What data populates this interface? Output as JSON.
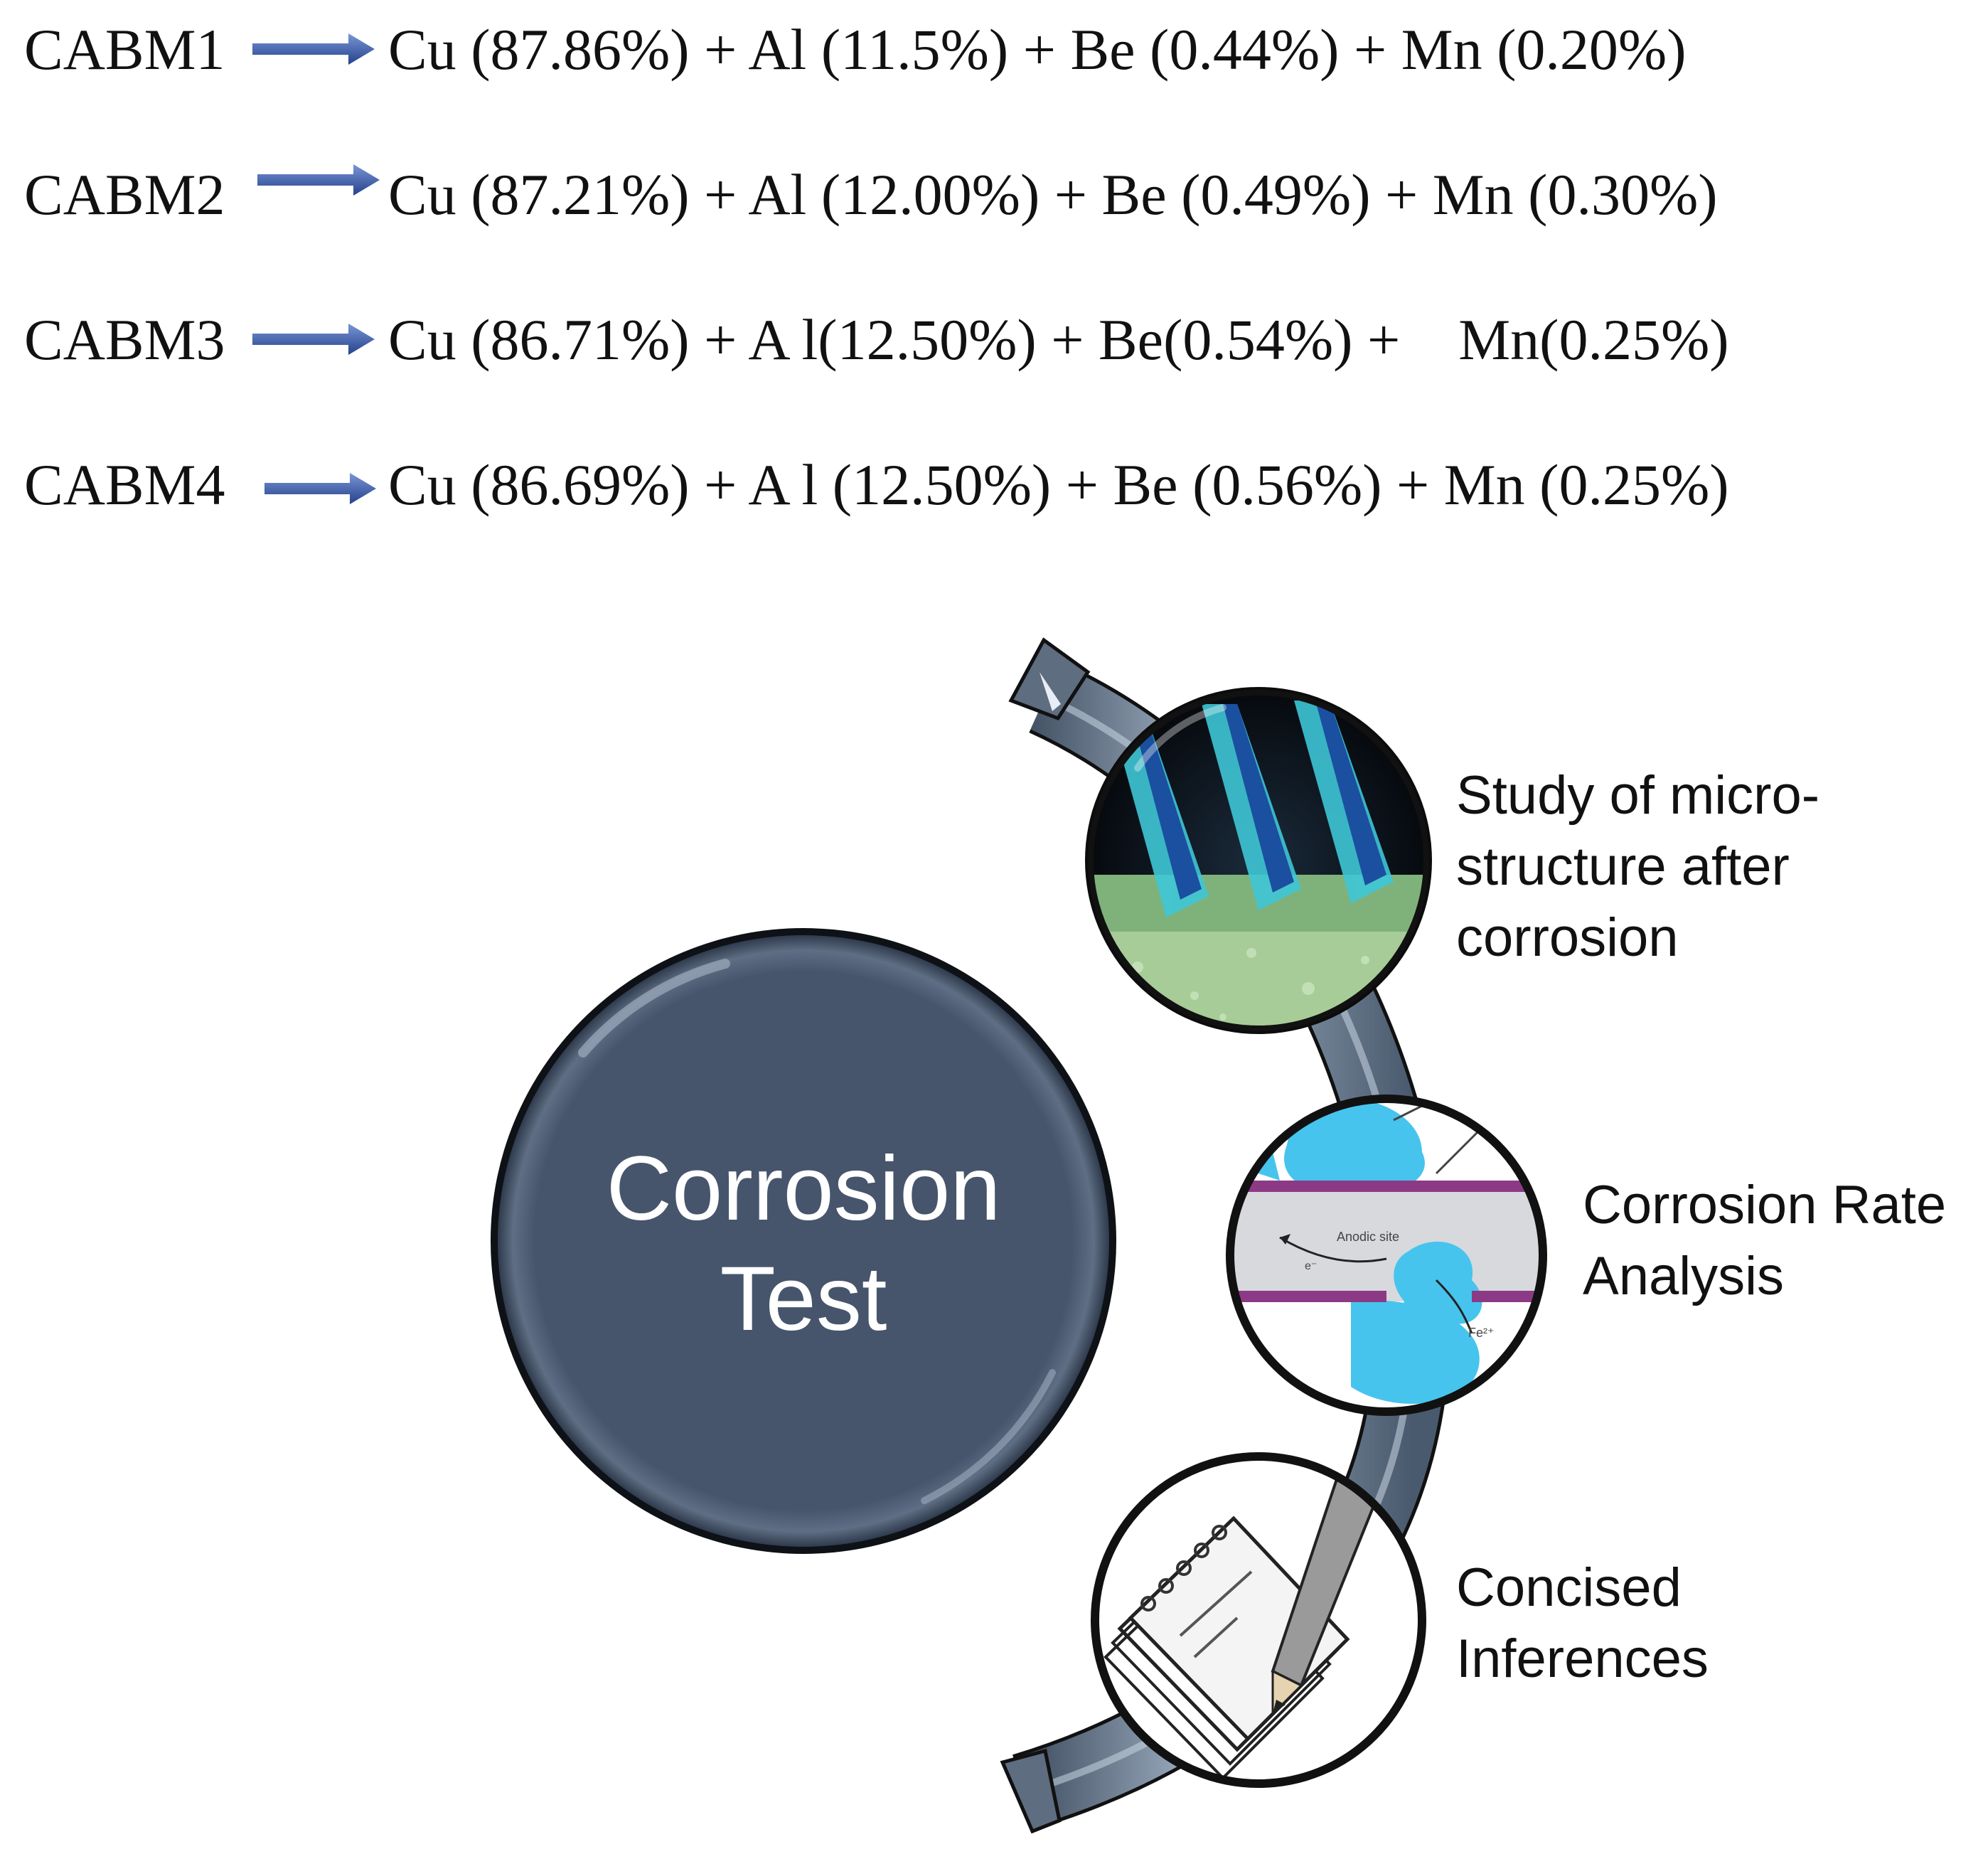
{
  "compositions": [
    {
      "alloy": "CABM1",
      "formula": "Cu (87.86%) + Al (11.5%) + Be (0.44%) + Mn (0.20%)"
    },
    {
      "alloy": "CABM2",
      "formula": "Cu (87.21%) + Al (12.00%) + Be (0.49%) + Mn (0.30%)"
    },
    {
      "alloy": "CABM3",
      "formula": "Cu (86.71%) + A l(12.50%) + Be(0.54%) +    Mn(0.25%)"
    },
    {
      "alloy": "CABM4",
      "formula": "Cu (86.69%) + A l (12.50%) + Be (0.56%) + Mn (0.25%)"
    }
  ],
  "hub": {
    "line1": "Corrosion",
    "line2": "Test"
  },
  "steps": [
    {
      "line1": "Study of micro-",
      "line2": "structure after",
      "line3": "corrosion",
      "icon": "microstructure-icon"
    },
    {
      "line1": "Corrosion Rate",
      "line2": "Analysis",
      "icon": "corrosion-cell-icon"
    },
    {
      "line1": "Concised",
      "line2": "Inferences",
      "icon": "notepad-pencil-icon"
    }
  ],
  "cell_icon_text": {
    "anodic": "Anodic site",
    "electron": "e⁻",
    "iron": "Fe²⁺"
  },
  "colors": {
    "arrow": "#2f4f9a",
    "hub": "#46556c",
    "arc": "#5e6d80",
    "water": "#46c4ee",
    "film": "#8c3a86"
  }
}
